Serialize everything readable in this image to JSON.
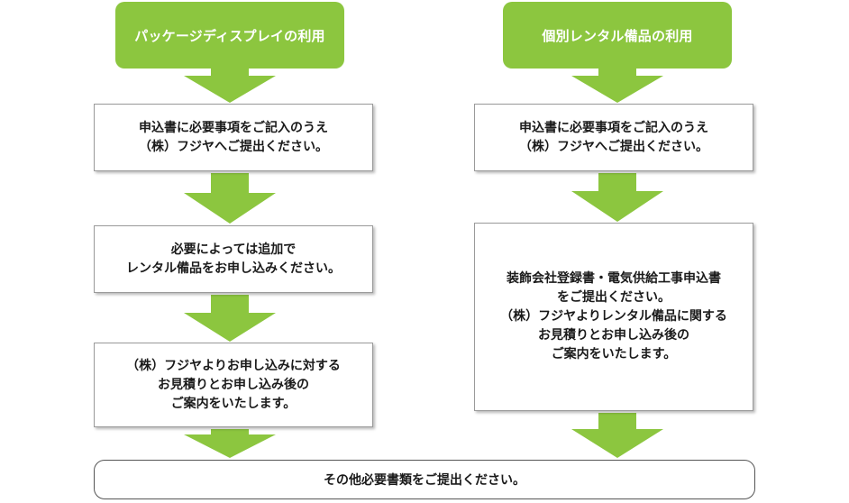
{
  "colors": {
    "accent": "#8cc63f",
    "header_text": "#ffffff",
    "box_border": "#9a9a9a"
  },
  "left_column": {
    "header": "パッケージディスプレイの利用",
    "steps": [
      {
        "lines": [
          "申込書に必要事項をご記入のうえ",
          "（株）フジヤへご提出ください。"
        ]
      },
      {
        "lines": [
          "必要によっては追加で",
          "レンタル備品をお申し込みください。"
        ]
      },
      {
        "lines": [
          "（株）フジヤよりお申し込みに対する",
          "お見積りとお申し込み後の",
          "ご案内をいたします。"
        ]
      }
    ]
  },
  "right_column": {
    "header": "個別レンタル備品の利用",
    "steps": [
      {
        "lines": [
          "申込書に必要事項をご記入のうえ",
          "（株）フジヤへご提出ください。"
        ]
      },
      {
        "lines": [
          "装飾会社登録書・電気供給工事申込書",
          "をご提出ください。",
          "（株）フジヤよりレンタル備品に関する",
          "お見積りとお申し込み後の",
          "ご案内をいたします。"
        ]
      }
    ]
  },
  "final_step": "その他必要書類をご提出ください。"
}
